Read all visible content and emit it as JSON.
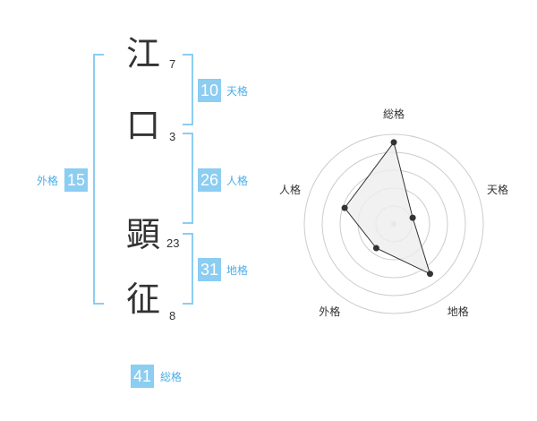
{
  "name": {
    "chars": [
      {
        "char": "江",
        "strokes": "7"
      },
      {
        "char": "口",
        "strokes": "3"
      },
      {
        "char": "顕",
        "strokes": "23"
      },
      {
        "char": "征",
        "strokes": "8"
      }
    ]
  },
  "fortune": {
    "tenkaku": {
      "value": "10",
      "label": "天格"
    },
    "jinkaku": {
      "value": "26",
      "label": "人格"
    },
    "chikaku": {
      "value": "31",
      "label": "地格"
    },
    "gaikaku": {
      "value": "15",
      "label": "外格"
    },
    "soukaku": {
      "value": "41",
      "label": "総格"
    }
  },
  "colors": {
    "accent": "#8ccdf2",
    "accent_text": "#4aaee8",
    "text": "#333333",
    "grid": "#cccccc",
    "fill": "#eeeeee"
  },
  "chart_data": {
    "type": "radar",
    "axes": [
      "総格",
      "天格",
      "地格",
      "外格",
      "人格"
    ],
    "values": [
      41,
      10,
      31,
      15,
      26
    ],
    "rmax": 45,
    "rings": 5
  }
}
